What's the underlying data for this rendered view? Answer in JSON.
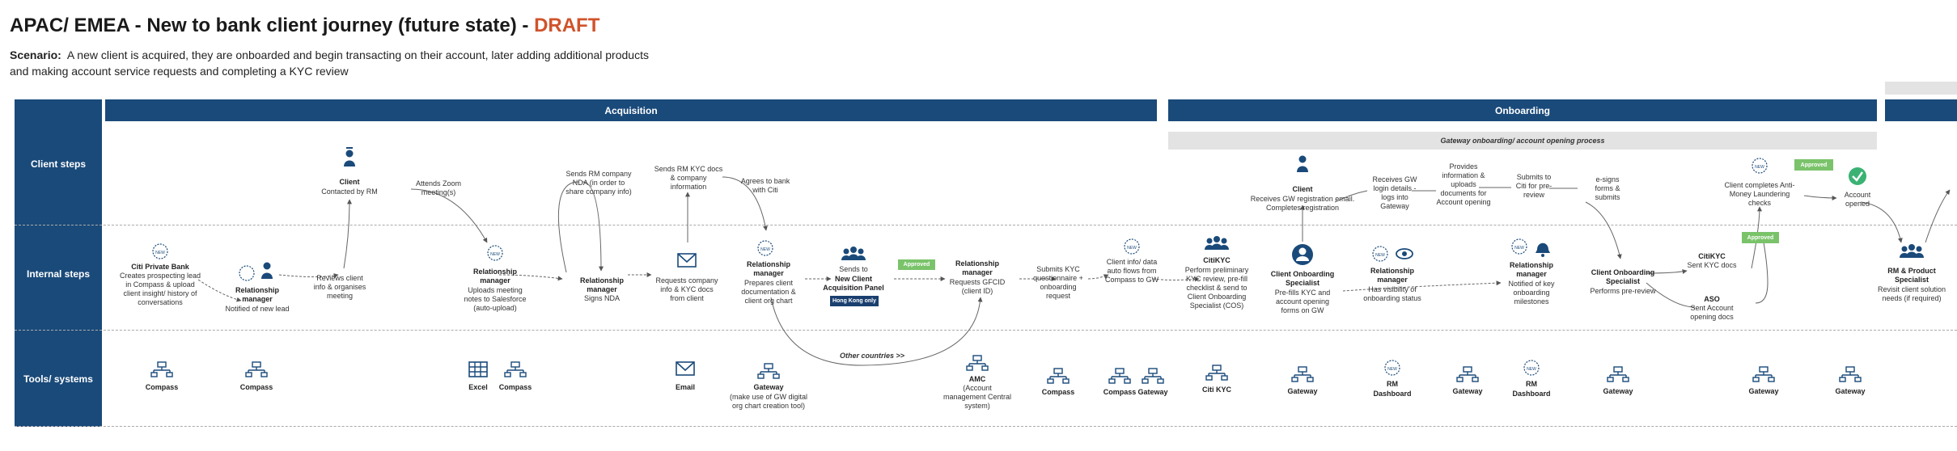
{
  "title": {
    "main": "APAC/ EMEA - New to bank client journey (future state) - ",
    "draft": "DRAFT"
  },
  "scenario": {
    "label": "Scenario:",
    "text": "A new client is acquired, they are onboarded and begin transacting on their account, later adding additional products and making account service requests and completing a KYC review"
  },
  "lanes": {
    "client": "Client steps",
    "internal": "Internal steps",
    "tools": "Tools/ systems"
  },
  "phases": {
    "acquisition": "Acquisition",
    "onboarding": "Onboarding",
    "gateway_sub": "Gateway onboarding/ account opening process"
  },
  "badges": {
    "approved": "Approved",
    "hong_kong_only": "Hong Kong only",
    "new": "NEW"
  },
  "colors": {
    "primary": "#1a4a7a",
    "draft": "#d0532b",
    "approved": "#7ac36a",
    "check": "#3bb273"
  },
  "client_steps": {
    "client_rm": [
      "Client",
      "Contacted by RM"
    ],
    "zoom": [
      "Attends Zoom",
      "meeting(s)"
    ],
    "sends_nda": [
      "Sends RM company",
      "NDA (in order to",
      "share company info)"
    ],
    "sends_kyc": [
      "Sends RM KYC docs",
      "& company",
      "information"
    ],
    "agrees": [
      "Agrees to bank",
      "with Citi"
    ],
    "client_gw": [
      "Client",
      "Receives GW registration email.",
      "Completes registration"
    ],
    "receives_login": [
      "Receives GW",
      "login details -",
      "logs into",
      "Gateway"
    ],
    "provides_info": [
      "Provides",
      "information &",
      "uploads",
      "documents for",
      "Account opening"
    ],
    "submits_citi": [
      "Submits to",
      "Citi for pre-",
      "review"
    ],
    "esigns": [
      "e-signs",
      "forms &",
      "submits"
    ],
    "aml": [
      "Client completes Anti-",
      "Money Laundering",
      "checks"
    ],
    "account_opened": [
      "Account",
      "opened"
    ]
  },
  "internal_steps": {
    "private_bank": [
      "Citi Private Bank",
      "Creates prospecting lead",
      "in Compass & upload",
      "client insight/ history of",
      "conversations"
    ],
    "rm_notified": [
      "Relationship",
      "manager",
      "Notified of new lead"
    ],
    "reviews_info": [
      "Reviews client",
      "info & organises",
      "meeting"
    ],
    "rm_uploads": [
      "Relationship",
      "manager",
      "Uploads meeting",
      "notes to Salesforce",
      "(auto-upload)"
    ],
    "rm_nda": [
      "Relationship",
      "manager",
      "Signs NDA"
    ],
    "requests_docs": [
      "Requests company",
      "info & KYC docs",
      "from client"
    ],
    "rm_prepares": [
      "Relationship",
      "manager",
      "Prepares client",
      "documentation &",
      "client org chart"
    ],
    "sends_panel": [
      "Sends to",
      "New Client",
      "Acquisition Panel"
    ],
    "rm_gfcid": [
      "Relationship",
      "manager",
      "Requests GFCID",
      "(client ID)"
    ],
    "submits_kyc": [
      "Submits KYC",
      "questionnaire +",
      "onboarding",
      "request"
    ],
    "auto_flows": [
      "Client info/ data",
      "auto flows from",
      "Compass to GW"
    ],
    "citikyc": [
      "CitiKYC",
      "Perform preliminary",
      "KYC review, pre-fill",
      "checklist & send to",
      "Client Onboarding",
      "Specialist (COS)"
    ],
    "cos_prefill": [
      "Client Onboarding",
      "Specialist",
      "Pre-fills KYC and",
      "account opening",
      "forms on GW"
    ],
    "rm_visibility": [
      "Relationship",
      "manager",
      "Has visibility of",
      "onboarding status"
    ],
    "rm_milestones": [
      "Relationship",
      "manager",
      "Notified of key",
      "onboarding",
      "milestones"
    ],
    "cos_prereview": [
      "Client Onboarding",
      "Specialist",
      "Performs pre-review"
    ],
    "citikyc_sent": [
      "CitiKYC",
      "Sent KYC docs"
    ],
    "aso": [
      "ASO",
      "Sent Account",
      "opening docs"
    ],
    "rm_product": [
      "RM & Product",
      "Specialist",
      "Revisit client solution",
      "needs (if required)"
    ],
    "other_countries": "Other countries >>"
  },
  "tools": {
    "compass": "Compass",
    "excel": "Excel",
    "email": "Email",
    "gateway": "Gateway",
    "gateway_note": [
      "(make use of GW digital",
      "org chart creation tool)"
    ],
    "amc": "AMC",
    "amc_note": [
      "(Account",
      "management Central",
      "system)"
    ],
    "citi_kyc": "Citi KYC",
    "rm_dashboard": [
      "RM",
      "Dashboard"
    ]
  }
}
